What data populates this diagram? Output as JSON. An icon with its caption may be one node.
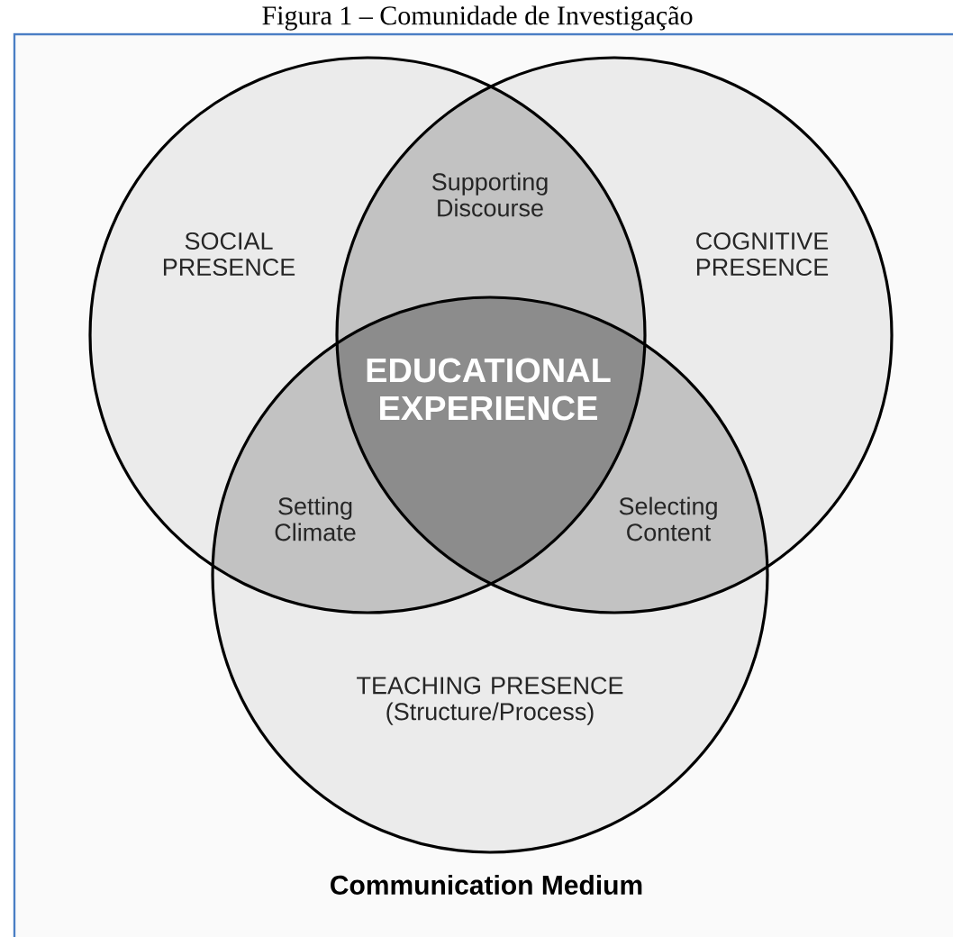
{
  "diagram": {
    "title": "Figura 1 – Comunidade de Investigação",
    "nodes": [
      {
        "text": [
          "SOCIAL PRESENCE"
        ]
      },
      {
        "text": [
          "COGNITIVE PRESENCE"
        ]
      },
      {
        "text": [
          "TEACHING PRESENCE (Structure/Process)"
        ]
      },
      {
        "text": [
          "Supporting Discourse"
        ]
      },
      {
        "text": [
          "Setting Climate"
        ]
      },
      {
        "text": [
          "Selecting Content"
        ]
      },
      {
        "text": [
          "EDUCATIONAL EXPERIENCE"
        ]
      }
    ],
    "labels": [
      "Communication Medium"
    ]
  }
}
